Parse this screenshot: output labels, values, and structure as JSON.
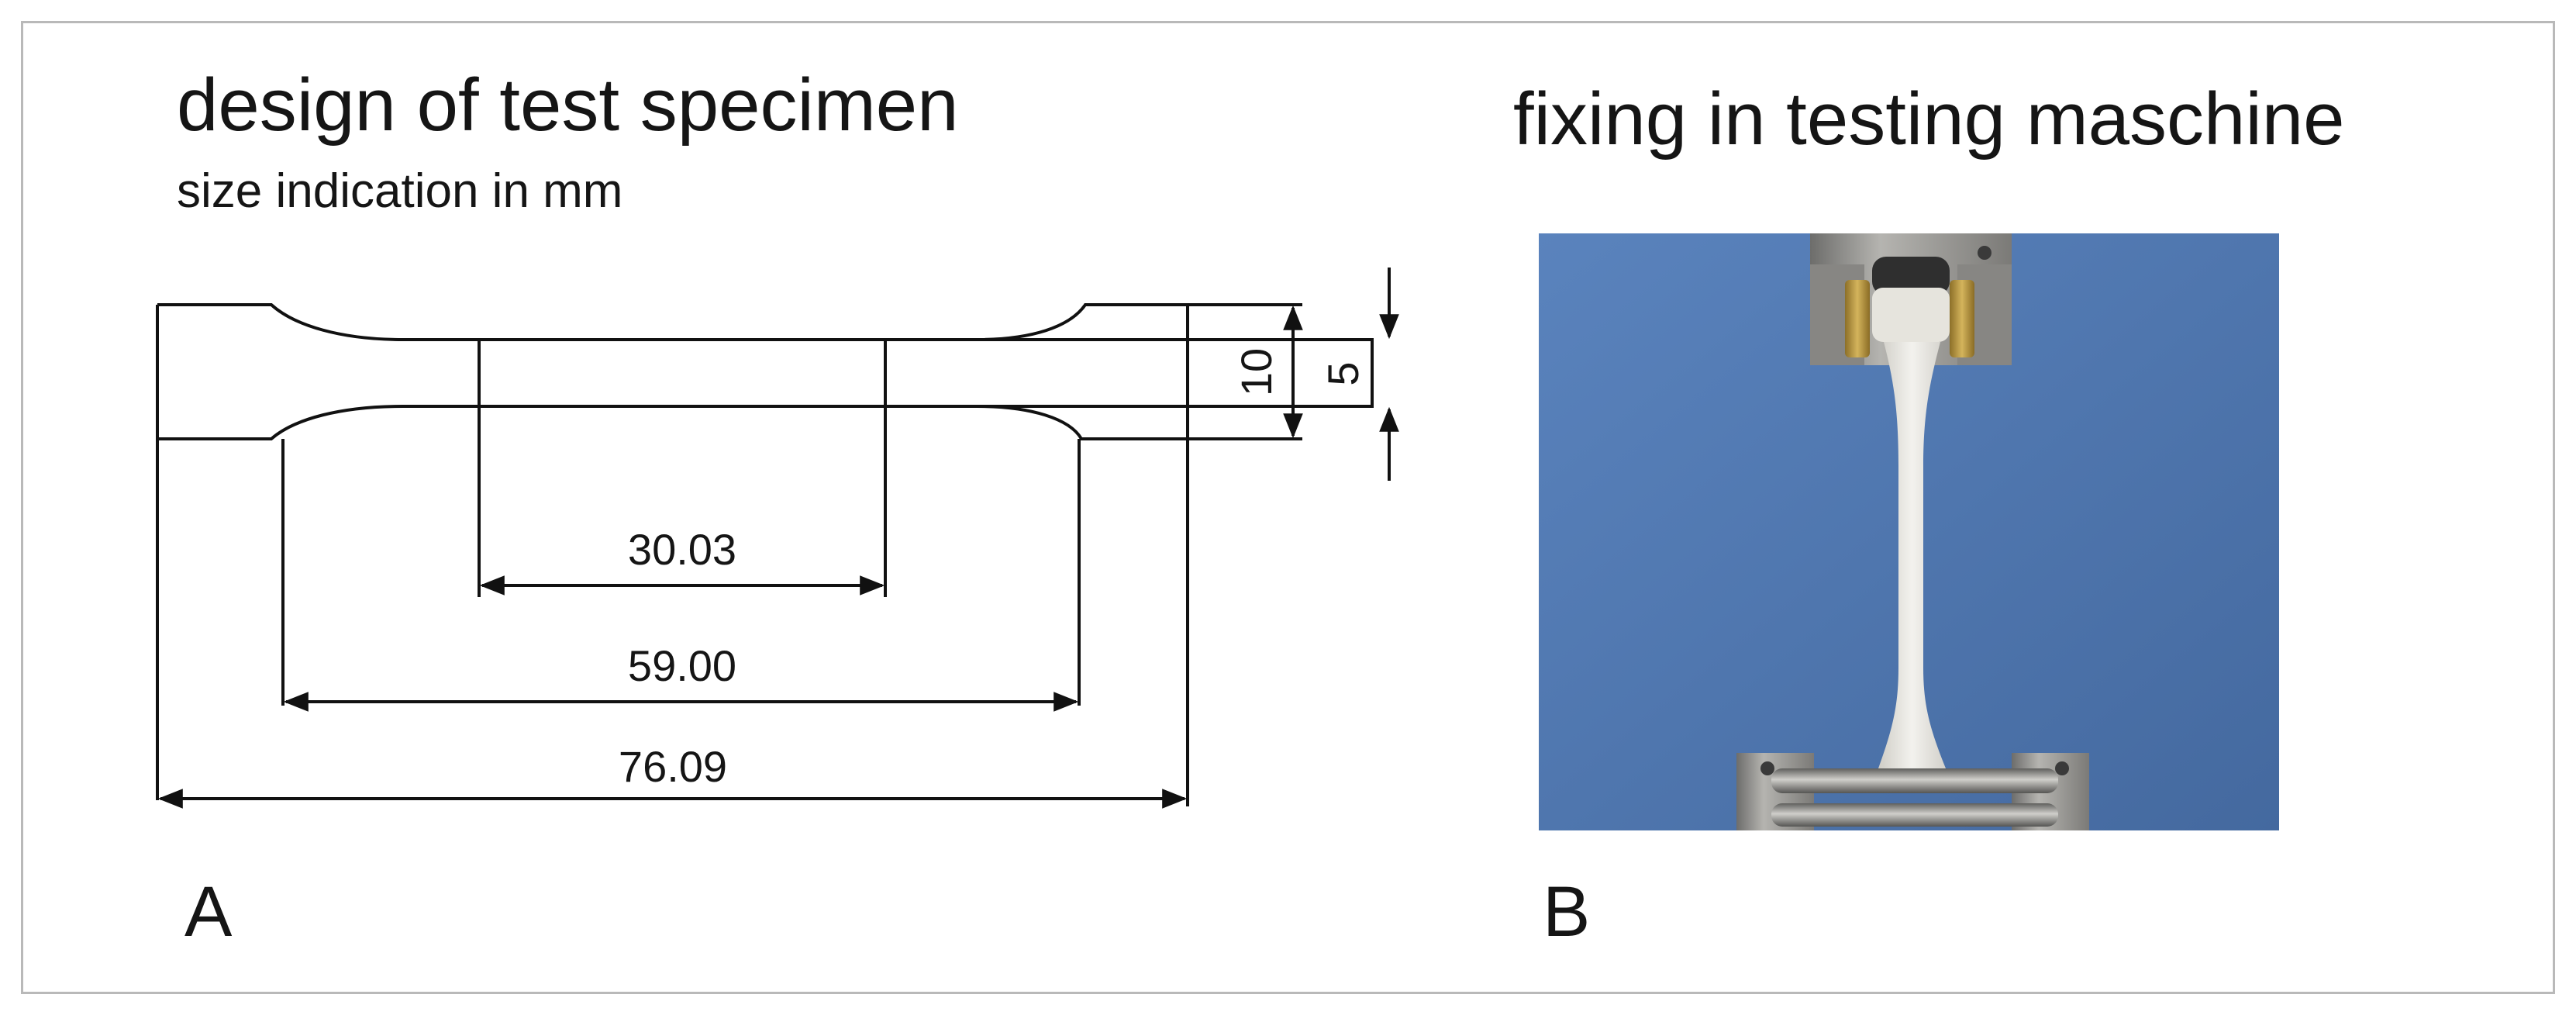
{
  "panel_a": {
    "title": "design of test specimen",
    "subtitle": "size indication in mm",
    "letter": "A",
    "dimensions": {
      "gauge_length": "30.03",
      "parallel_length": "59.00",
      "overall_length": "76.09",
      "end_width": "10",
      "gauge_width": "5"
    }
  },
  "panel_b": {
    "title": "fixing in testing maschine",
    "letter": "B"
  },
  "colors": {
    "photo_background": "#4f78b2",
    "specimen": "#ecebe6",
    "clamp_metal": "#8c8c8a",
    "clamp_brass": "#b8963c",
    "line": "#111111",
    "frame_border": "#b9b9b9"
  }
}
